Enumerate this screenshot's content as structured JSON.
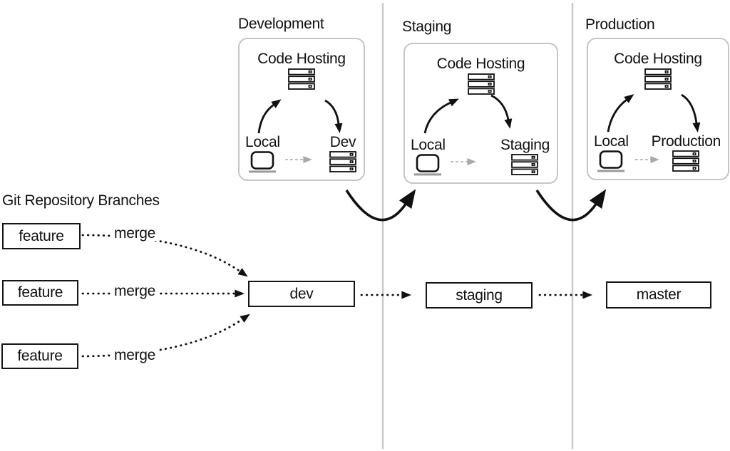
{
  "environments": [
    {
      "title": "Development",
      "code_hosting_label": "Code Hosting",
      "local_label": "Local",
      "target_label": "Dev"
    },
    {
      "title": "Staging",
      "code_hosting_label": "Code Hosting",
      "local_label": "Local",
      "target_label": "Staging"
    },
    {
      "title": "Production",
      "code_hosting_label": "Code Hosting",
      "local_label": "Local",
      "target_label": "Production"
    }
  ],
  "git_branches": {
    "section_title": "Git Repository Branches",
    "feature_labels": [
      "feature",
      "feature",
      "feature"
    ],
    "merge_labels": [
      "merge",
      "merge",
      "merge"
    ],
    "trunk_branches": [
      "dev",
      "staging",
      "master"
    ]
  },
  "colors": {
    "line_black": "#111111",
    "divider_gray": "#c9c9c9",
    "env_border_gray": "#c6c6c6",
    "muted_gray": "#a9a9a9"
  }
}
